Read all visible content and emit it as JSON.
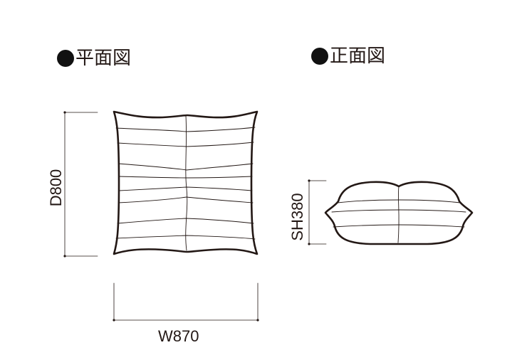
{
  "plan_view": {
    "title": "平面図",
    "width_label": "W870",
    "depth_label": "D800"
  },
  "front_view": {
    "title": "正面図",
    "seat_height_label": "SH380"
  },
  "colors": {
    "line": "#231815",
    "bullet": "#111111",
    "background": "#ffffff"
  }
}
